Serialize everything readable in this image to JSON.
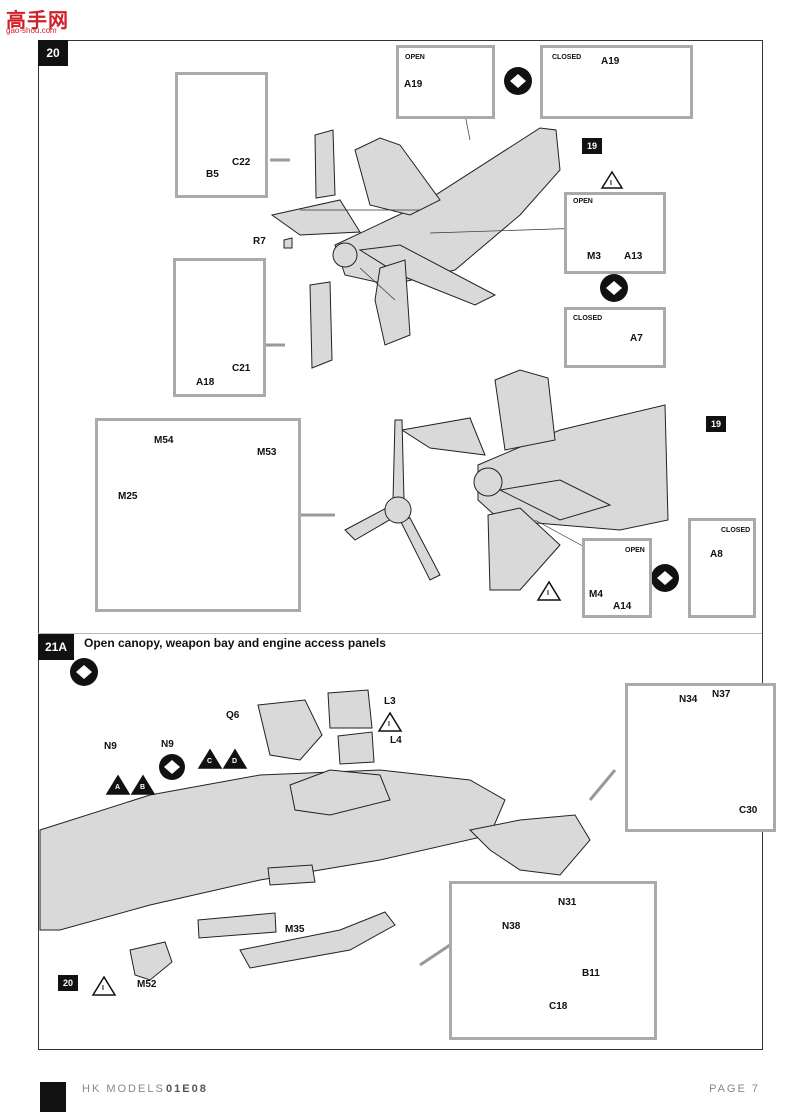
{
  "watermark": {
    "brand_cn": "高手网",
    "url": "gao-shou.com"
  },
  "steps": {
    "step20": "20",
    "step21a": "21A",
    "ref19a": "19",
    "ref19b": "19",
    "ref20": "20"
  },
  "section_21a": {
    "title": "Open canopy, weapon bay and engine access panels"
  },
  "markers": {
    "A": "A",
    "B": "B",
    "C": "C",
    "D": "D",
    "I": "I"
  },
  "step20": {
    "open_top": {
      "state": "OPEN",
      "part": "A19"
    },
    "closed_top": {
      "state": "CLOSED",
      "part": "A19"
    },
    "rudder_box": {
      "parts": [
        "B5",
        "C22"
      ]
    },
    "elevator_box": {
      "parts": [
        "A18",
        "C21"
      ]
    },
    "r7": "R7",
    "open_mid": {
      "state": "OPEN",
      "parts": [
        "M3",
        "A13"
      ]
    },
    "closed_mid": {
      "state": "CLOSED",
      "part": "A7"
    },
    "prop_box": {
      "parts": [
        "M54",
        "M53",
        "M25"
      ]
    },
    "open_low": {
      "state": "OPEN",
      "parts": [
        "M4",
        "A14"
      ]
    },
    "closed_low": {
      "state": "CLOSED",
      "part": "A8"
    }
  },
  "step21a": {
    "parts_left": [
      "N9",
      "N9",
      "Q6",
      "L3",
      "L4",
      "M35",
      "M52"
    ],
    "cowl_box": {
      "parts": [
        "N34",
        "N37",
        "C30"
      ]
    },
    "bay_box": {
      "parts": [
        "N31",
        "N38",
        "B11",
        "C18"
      ]
    }
  },
  "footer": {
    "brand": "HK MODELS",
    "code": "01E08",
    "page": "PAGE 7"
  },
  "colors": {
    "part_fill": "#d9d9d9",
    "box_border": "#aaaaaa",
    "step_bg": "#111111",
    "watermark": "#d0202a"
  }
}
